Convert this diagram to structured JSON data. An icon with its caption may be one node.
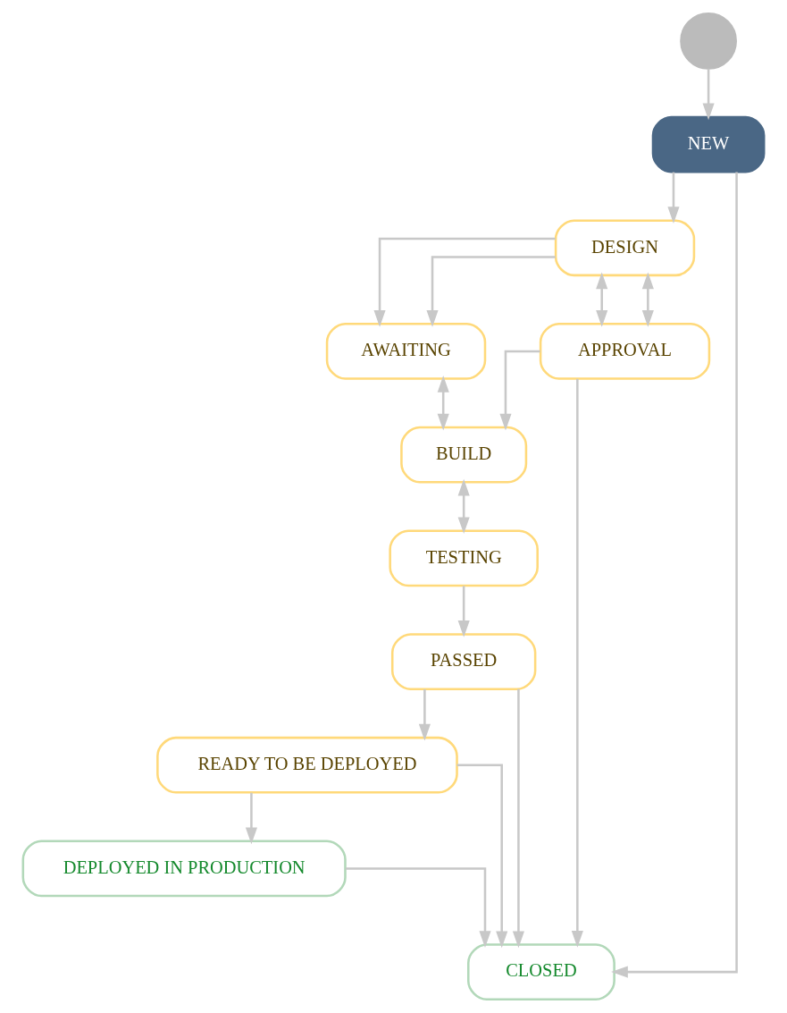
{
  "diagram": {
    "nodes": [
      {
        "text": [],
        "shape": "circle"
      },
      {
        "text": [
          "NEW"
        ]
      },
      {
        "text": [
          "DESIGN"
        ]
      },
      {
        "text": [
          "APPROVAL"
        ]
      },
      {
        "text": [
          "AWAITING"
        ]
      },
      {
        "text": [
          "BUILD"
        ]
      },
      {
        "text": [
          "PASSED"
        ]
      },
      {
        "text": [
          "TESTING"
        ]
      },
      {
        "text": [
          "READY TO BE DEPLOYED"
        ]
      },
      {
        "text": [
          "DEPLOYED IN PRODUCTION"
        ]
      },
      {
        "text": [
          "CLOSED"
        ]
      }
    ],
    "edges": [
      {
        "from": 0,
        "to": 1,
        "arrow": "to"
      },
      {
        "from": 1,
        "to": 2,
        "arrow": "to"
      },
      {
        "from": 1,
        "to": 10,
        "arrow": "to"
      },
      {
        "from": 2,
        "to": 3,
        "arrow": "both"
      },
      {
        "from": 2,
        "to": 3,
        "arrow": "both"
      },
      {
        "from": 2,
        "to": 4,
        "arrow": "to"
      },
      {
        "from": 2,
        "to": 4,
        "arrow": "to"
      },
      {
        "from": 3,
        "to": 5,
        "arrow": "to"
      },
      {
        "from": 4,
        "to": 5,
        "arrow": "both"
      },
      {
        "from": 3,
        "to": 10,
        "arrow": "to"
      },
      {
        "from": 5,
        "to": 7,
        "arrow": "both"
      },
      {
        "from": 7,
        "to": 6,
        "arrow": "to"
      },
      {
        "from": 6,
        "to": 8,
        "arrow": "to"
      },
      {
        "from": 6,
        "to": 10,
        "arrow": "to"
      },
      {
        "from": 8,
        "to": 9,
        "arrow": "to"
      },
      {
        "from": 8,
        "to": 10,
        "arrow": "to"
      },
      {
        "from": 9,
        "to": 10,
        "arrow": "to"
      }
    ]
  }
}
